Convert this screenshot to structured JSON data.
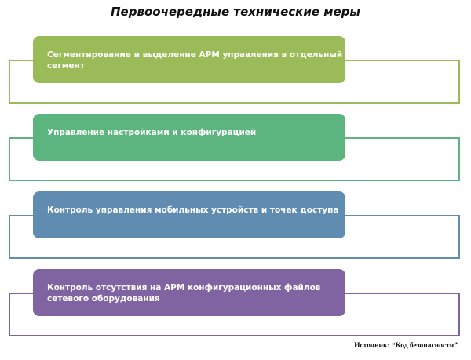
{
  "title": "Первоочередные технические меры",
  "items": [
    {
      "label": "Сегментирование и выделение АРМ управления в отдельный сегмент",
      "color": "#9bbb59"
    },
    {
      "label": "Управление настройками и конфигурацией",
      "color": "#5cb57e"
    },
    {
      "label": "Контроль управления мобильных устройств и точек доступа",
      "color": "#5f8cb0"
    },
    {
      "label": "Контроль отсутствия на АРМ конфигурационных файлов сетевого оборудования",
      "color": "#8064a2"
    }
  ],
  "source": "Источник: “Код безопасности”"
}
